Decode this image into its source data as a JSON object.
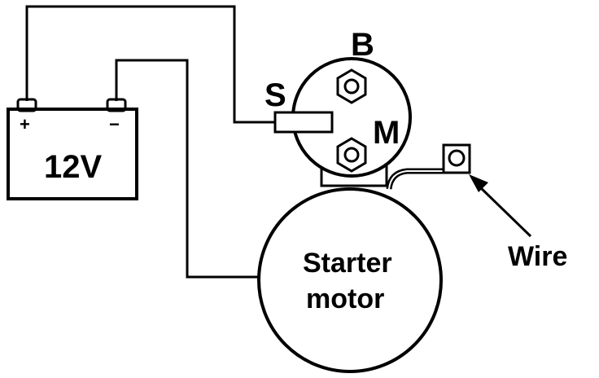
{
  "battery": {
    "voltage": "12V",
    "positive": "+",
    "negative": "−"
  },
  "solenoid": {
    "terminal_b": "B",
    "terminal_s": "S",
    "terminal_m": "M"
  },
  "motor": {
    "line1": "Starter",
    "line2": "motor"
  },
  "wire_label": "Wire"
}
